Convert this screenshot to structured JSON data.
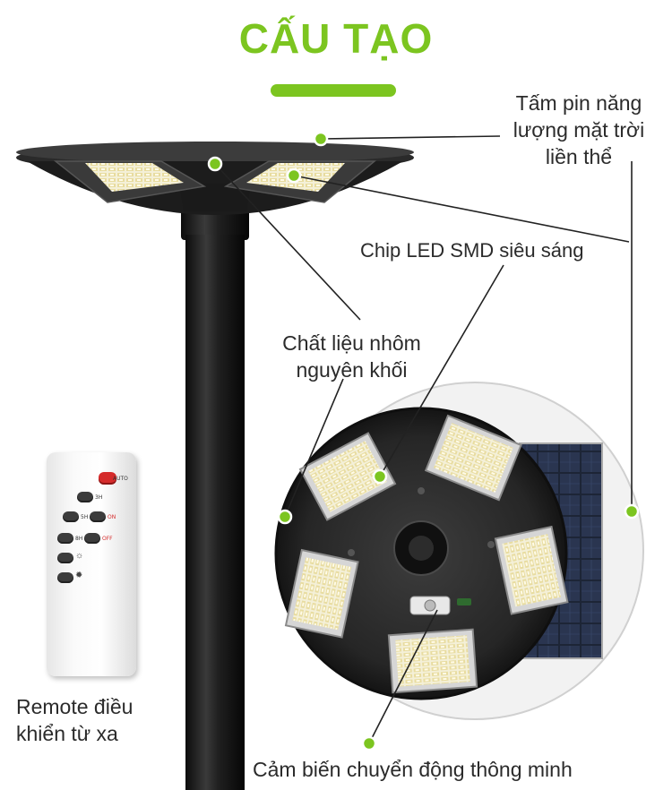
{
  "title": "CẤU TẠO",
  "colors": {
    "accent": "#7cc520",
    "pole": "#1a1a1a",
    "remote_red": "#d52b2b"
  },
  "labels": {
    "solar_panel": "Tấm pin năng lượng mặt trời liền thể",
    "led_chip": "Chip LED SMD siêu sáng",
    "aluminum_body": "Chất liệu nhôm nguyên khối",
    "remote": "Remote điều khiển từ xa",
    "motion_sensor": "Cảm biến chuyển động thông minh"
  },
  "remote": {
    "auto_label": "AUTO",
    "buttons": [
      {
        "left": "3H",
        "right": ""
      },
      {
        "left": "5H",
        "right": "ON"
      },
      {
        "left": "8H",
        "right": "OFF"
      }
    ],
    "icon_bright": "☼",
    "icon_dim": "✹"
  },
  "icons": [
    "bullet-dot-icon"
  ]
}
